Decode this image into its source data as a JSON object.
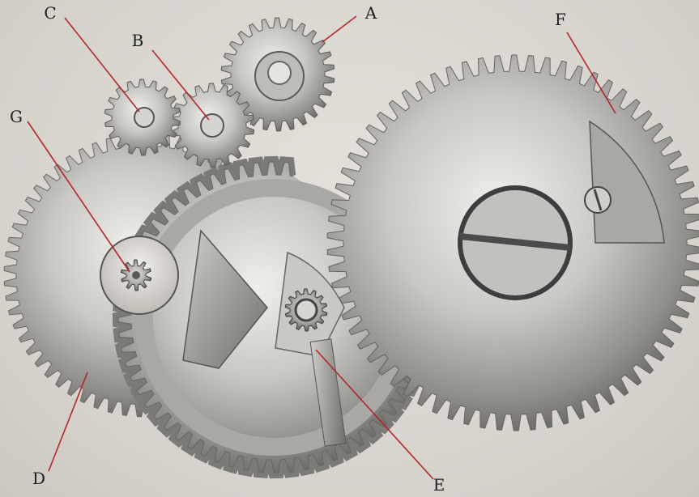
{
  "labels": {
    "a": "A",
    "b": "B",
    "c": "C",
    "d": "D",
    "e": "E",
    "f": "F",
    "g": "G"
  },
  "colors": {
    "background": "#d9d6d0",
    "metal_light": "#d2d1cf",
    "metal_mid": "#9d9c9a",
    "metal_dark": "#4a4a4a",
    "leader_line": "#b3262a",
    "label_text": "#1e1e1e"
  }
}
